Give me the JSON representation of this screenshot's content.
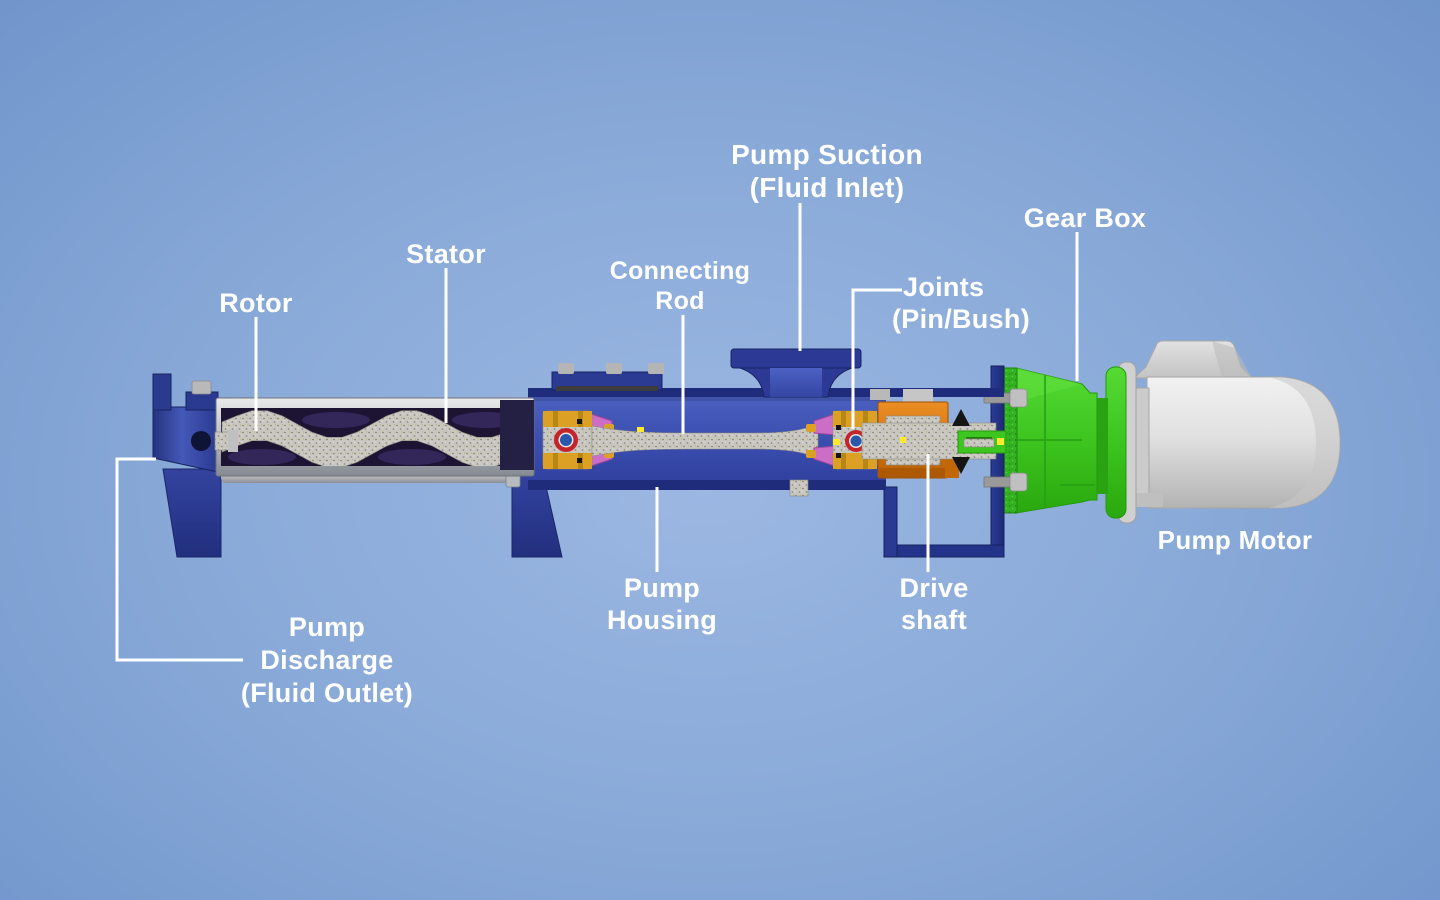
{
  "diagram": {
    "title_note": "cutaway diagram of a progressive cavity pump",
    "labels": {
      "rotor": {
        "lines": [
          "Rotor"
        ]
      },
      "stator": {
        "lines": [
          "Stator"
        ]
      },
      "connecting_rod": {
        "lines": [
          "Connecting",
          "Rod"
        ]
      },
      "pump_suction": {
        "lines": [
          "Pump Suction",
          "(Fluid Inlet)"
        ]
      },
      "joints": {
        "lines": [
          "Joints",
          "(Pin/Bush)"
        ]
      },
      "gear_box": {
        "lines": [
          "Gear Box"
        ]
      },
      "pump_motor": {
        "lines": [
          "Pump Motor"
        ]
      },
      "drive_shaft": {
        "lines": [
          "Drive",
          "shaft"
        ]
      },
      "pump_housing": {
        "lines": [
          "Pump",
          "Housing"
        ]
      },
      "pump_discharge": {
        "lines": [
          "Pump",
          "Discharge",
          "(Fluid Outlet)"
        ]
      }
    },
    "colors": {
      "background_center": "#9cb7e2",
      "background_edge": "#6a90c8",
      "label_text": "#ffffff",
      "leader_line": "#ffffff",
      "housing_blue": "#3a4dae",
      "housing_navy": "#1f2c7c",
      "stator_rubber": "#1d1434",
      "metal_speckle": "#c9c7c1",
      "joint_gold": "#dba024",
      "joint_red": "#c6242b",
      "joint_pin_blue": "#2b57ab",
      "seal_pink": "#cd6ec6",
      "bearing_orange": "#d9791a",
      "gearbox_green": "#3bc21d",
      "motor_gray": "#dcdcdc"
    }
  }
}
